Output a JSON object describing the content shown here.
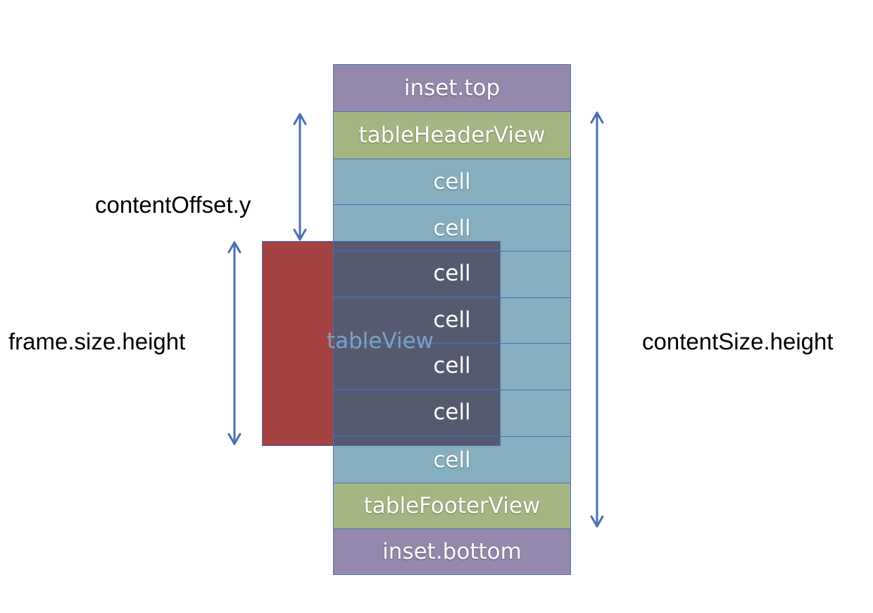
{
  "stack": {
    "inset_top": "inset.top",
    "header": "tableHeaderView",
    "cells": [
      "cell",
      "cell",
      "cell",
      "cell",
      "cell",
      "cell",
      "cell"
    ],
    "footer": "tableFooterView",
    "inset_bottom": "inset.bottom"
  },
  "labels": {
    "content_offset": "contentOffset.y",
    "frame_height": "frame.size.height",
    "content_size": "contentSize.height",
    "table_view": "tableView"
  },
  "colors": {
    "inset": "#9489ac",
    "header_footer": "#a5b683",
    "cell": "#86afbf",
    "frame": "#a34240",
    "arrow": "#4a6fb5"
  }
}
